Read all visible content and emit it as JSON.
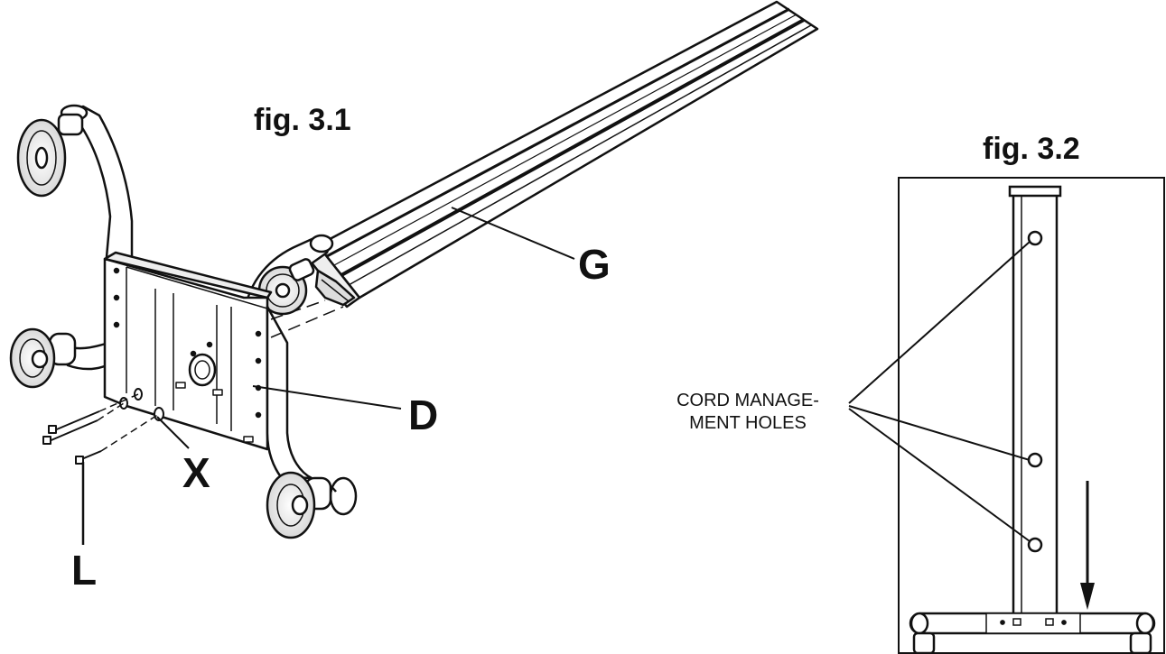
{
  "figures": {
    "fig31": "fig. 3.1",
    "fig32": "fig. 3.2"
  },
  "parts": {
    "g": "G",
    "d": "D",
    "x": "X",
    "l": "L"
  },
  "callout": {
    "line1": "CORD MANAGE-",
    "line2": "MENT HOLES"
  }
}
